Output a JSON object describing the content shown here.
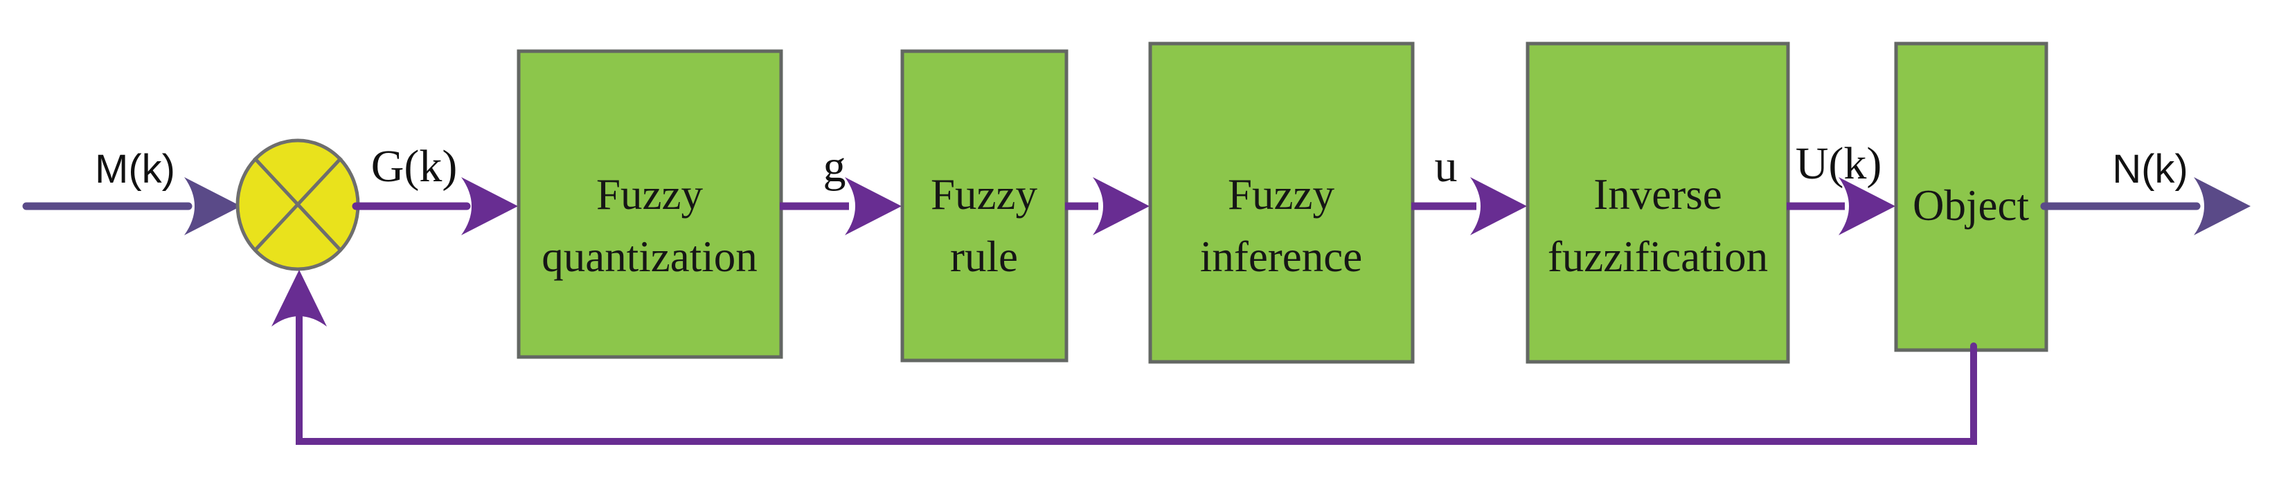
{
  "signals": {
    "input_label": "M(k)",
    "junction_output_label": "G(k)",
    "quantization_output_label": "g",
    "inference_output_label": "u",
    "defuzzification_output_label": "U(k)",
    "output_label": "N(k)"
  },
  "blocks": [
    {
      "id": "fuzzy-quantization",
      "line1": "Fuzzy",
      "line2": "quantization"
    },
    {
      "id": "fuzzy-rule",
      "line1": "Fuzzy",
      "line2": "rule"
    },
    {
      "id": "fuzzy-inference",
      "line1": "Fuzzy",
      "line2": "inference"
    },
    {
      "id": "inverse-fuzzification",
      "line1": "Inverse",
      "line2": "fuzzification"
    },
    {
      "id": "object",
      "line1": "Object"
    }
  ],
  "junction": {
    "icon": "multiply-junction",
    "symbol": "⊗"
  },
  "colors": {
    "background": "#ffffff",
    "block_fill": "#8cc64b",
    "block_border": "#636763",
    "junction_fill": "#e9e21c",
    "junction_border": "#6e6e6e",
    "arrow_internal": "#682d92",
    "arrow_io": "#5a4a88",
    "text": "#161616"
  }
}
